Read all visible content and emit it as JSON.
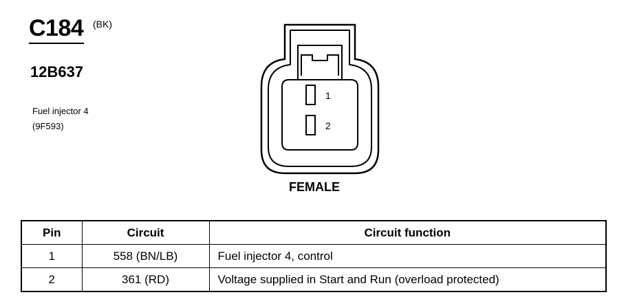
{
  "connector": {
    "id": "C184",
    "color": "(BK)",
    "part_number": "12B637",
    "component_name": "Fuel injector 4",
    "component_code": "(9F593)",
    "view": "FEMALE",
    "pin_labels": [
      "1",
      "2"
    ]
  },
  "table": {
    "headers": [
      "Pin",
      "Circuit",
      "Circuit function"
    ],
    "rows": [
      [
        "1",
        "558 (BN/LB)",
        "Fuel injector 4, control"
      ],
      [
        "2",
        "361 (RD)",
        "Voltage supplied in Start and Run (overload protected)"
      ]
    ]
  }
}
